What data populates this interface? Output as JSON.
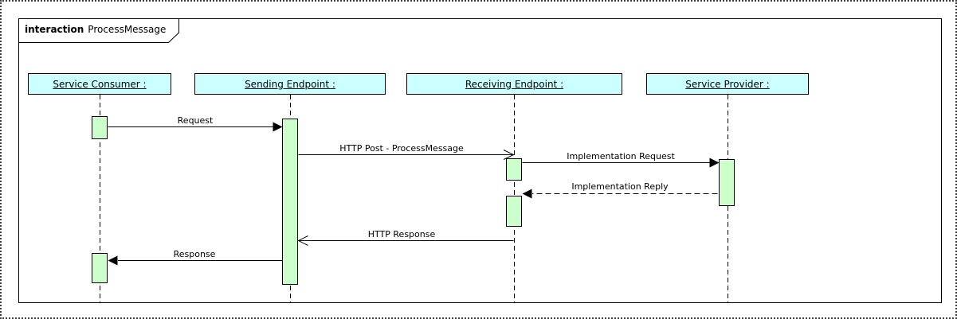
{
  "frame": {
    "keyword": "interaction",
    "name": "ProcessMessage"
  },
  "lifelines": [
    {
      "name": "Service Consumer :"
    },
    {
      "name": "Sending Endpoint :"
    },
    {
      "name": "Receiving Endpoint :"
    },
    {
      "name": "Service Provider :"
    }
  ],
  "messages": [
    {
      "label": "Request",
      "from": "Service Consumer",
      "to": "Sending Endpoint",
      "line": "solid",
      "arrowhead": "filled"
    },
    {
      "label": "HTTP Post - ProcessMessage",
      "from": "Sending Endpoint",
      "to": "Receiving Endpoint",
      "line": "solid",
      "arrowhead": "open"
    },
    {
      "label": "Implementation Request",
      "from": "Receiving Endpoint",
      "to": "Service Provider",
      "line": "solid",
      "arrowhead": "filled"
    },
    {
      "label": "Implementation Reply",
      "from": "Service Provider",
      "to": "Receiving Endpoint",
      "line": "dashed",
      "arrowhead": "filled"
    },
    {
      "label": "HTTP Response",
      "from": "Receiving Endpoint",
      "to": "Sending Endpoint",
      "line": "solid",
      "arrowhead": "open"
    },
    {
      "label": "Response",
      "from": "Sending Endpoint",
      "to": "Service Consumer",
      "line": "solid",
      "arrowhead": "filled"
    }
  ],
  "colors": {
    "lifeline_head_fill": "#ccffff",
    "activation_fill": "#ccffcc",
    "stroke": "#000000",
    "background": "#ffffff"
  }
}
